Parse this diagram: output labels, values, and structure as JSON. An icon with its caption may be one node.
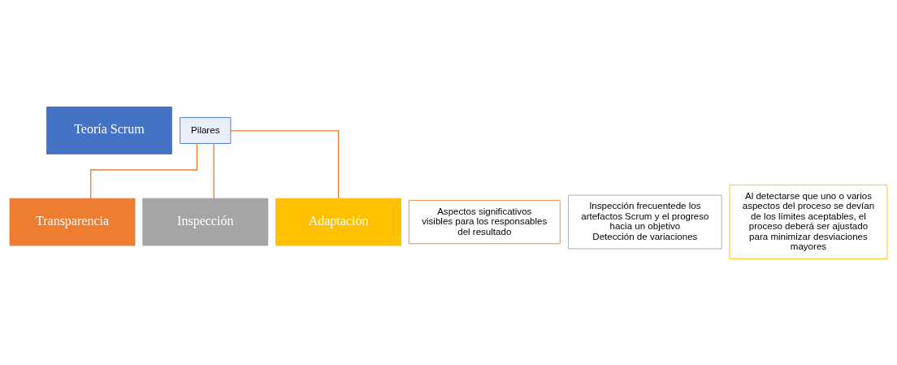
{
  "diagram": {
    "nodes": [
      {
        "text": [
          "Teoría Scrum"
        ]
      },
      {
        "text": [
          "Pilares"
        ]
      },
      {
        "text": [
          "Transparencia"
        ]
      },
      {
        "text": [
          "Aspectos significativos visibles para los responsables del resultado"
        ]
      },
      {
        "text": [
          "Inspección"
        ]
      },
      {
        "text": [
          "Inspección frecuentede los artefactos Scrum y el progreso hacia un objetivo",
          "Detección de variaciones"
        ]
      },
      {
        "text": [
          "Adaptación"
        ]
      },
      {
        "text": [
          "Al detectarse que uno o varios aspectos del proceso se devían de los límites aceptables, el proceso deberá ser ajustado para minimizar desviaciones mayores"
        ]
      }
    ],
    "edges": [
      {
        "from": 1,
        "to": 2,
        "arrow": "none"
      },
      {
        "from": 1,
        "to": 4,
        "arrow": "none"
      },
      {
        "from": 1,
        "to": 6,
        "arrow": "none"
      }
    ]
  }
}
